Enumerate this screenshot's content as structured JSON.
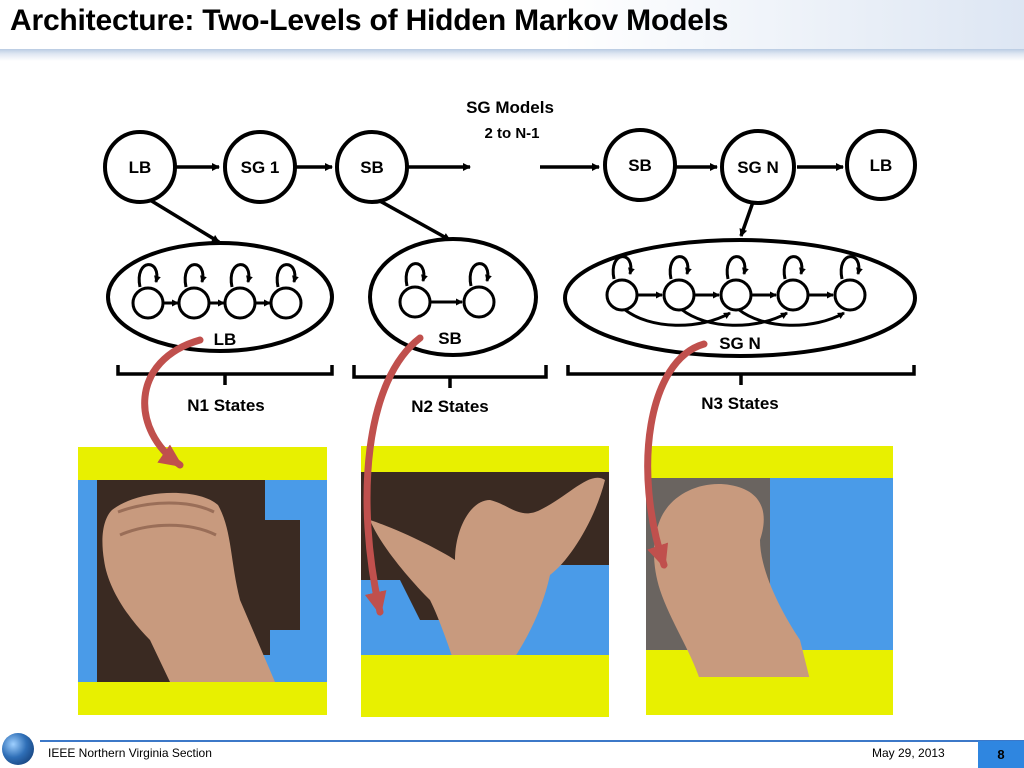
{
  "slide": {
    "title": "Architecture: Two-Levels of Hidden Markov Models",
    "footer_left": "IEEE Northern Virginia Section",
    "footer_date": "May 29, 2013",
    "page_number": "8"
  },
  "diagram": {
    "sg_models_label": "SG Models",
    "sg_models_range": "2 to N-1",
    "top_nodes": [
      "LB",
      "SG 1",
      "SB",
      "SB",
      "SG N",
      "LB"
    ],
    "groups": [
      {
        "label": "LB",
        "states_label": "N1 States"
      },
      {
        "label": "SB",
        "states_label": "N2 States"
      },
      {
        "label": "SG N",
        "states_label": "N3 States"
      }
    ]
  },
  "colors": {
    "accent_blue": "#3c78c8",
    "arrow_red": "#c0504d",
    "mask_yellow": "#e8f000",
    "mask_blue": "#4a9be8"
  }
}
